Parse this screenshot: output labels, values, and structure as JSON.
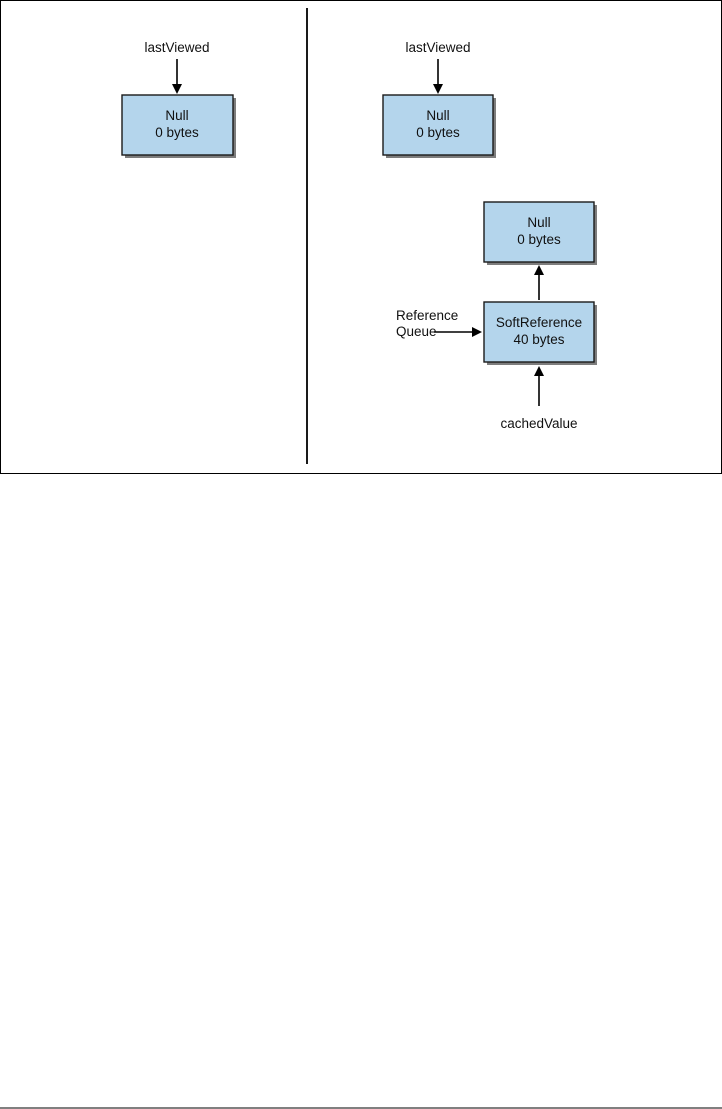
{
  "left_panel": {
    "label_last_viewed": "lastViewed",
    "null_box": {
      "line1": "Null",
      "line2": "0 bytes"
    }
  },
  "right_panel": {
    "label_last_viewed": "lastViewed",
    "null_box_top": {
      "line1": "Null",
      "line2": "0 bytes"
    },
    "null_box_referent": {
      "line1": "Null",
      "line2": "0 bytes"
    },
    "soft_reference_box": {
      "line1": "SoftReference",
      "line2": "40 bytes"
    },
    "label_reference_queue": {
      "line1": "Reference",
      "line2": "Queue"
    },
    "label_cached_value": "cachedValue"
  },
  "colors": {
    "box_fill": "#b4d5ec",
    "box_stroke": "#1a1a1a",
    "shadow": "#7d7d7d",
    "arrow": "#000000"
  }
}
